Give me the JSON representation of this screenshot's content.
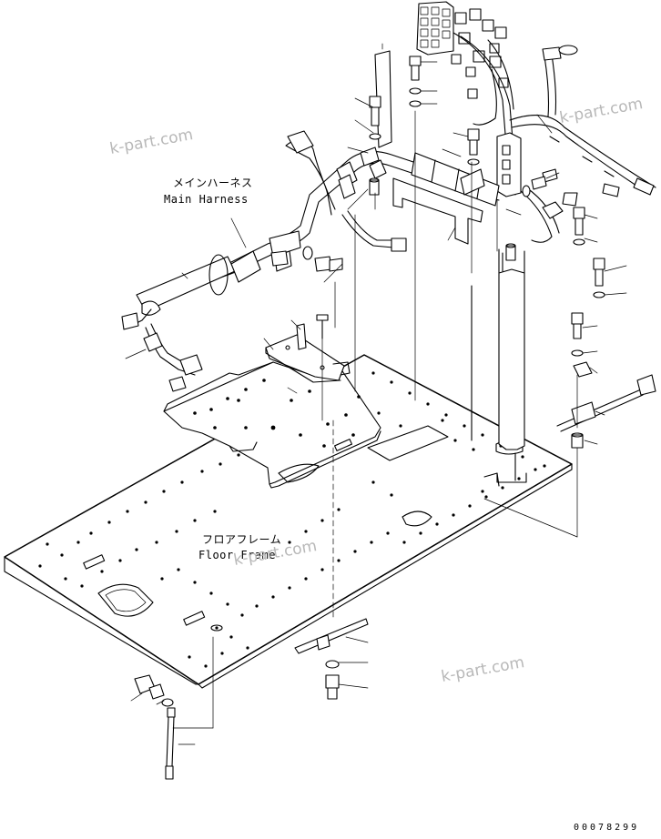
{
  "labels": {
    "main_harness_jp": "メインハーネス",
    "main_harness_en": "Main Harness",
    "floor_frame_jp": "フロアフレーム",
    "floor_frame_en": "Floor Frame"
  },
  "watermarks": [
    "k-part.com",
    "k-part.com",
    "k-part.com",
    "k-part.com"
  ],
  "doc_id": "00078299"
}
